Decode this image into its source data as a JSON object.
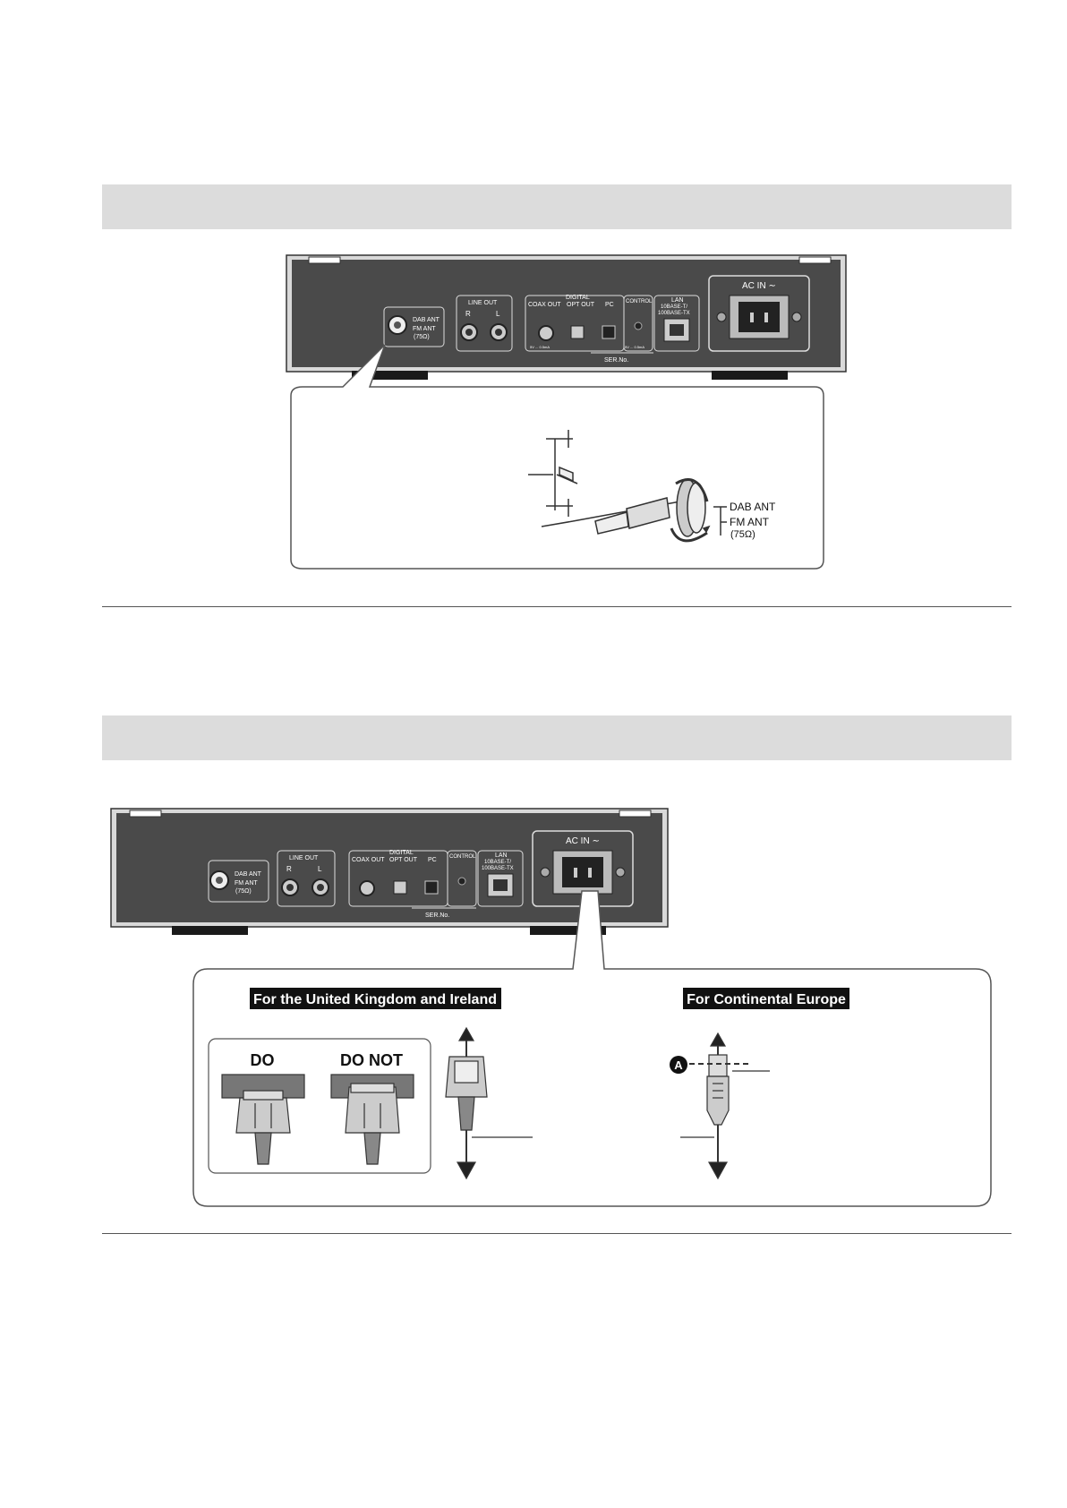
{
  "colors": {
    "band": "#dcdcdc",
    "device_panel": "#4a4a4a",
    "label_bg": "#111111"
  },
  "device": {
    "labels": {
      "dab_ant": "DAB ANT",
      "fm_ant": "FM ANT",
      "ohm": "(75Ω)",
      "line_out": "LINE OUT",
      "r": "R",
      "l": "L",
      "digital": "DIGITAL",
      "coax_out": "COAX OUT",
      "opt_out": "OPT OUT",
      "pc": "PC",
      "control": "CONTROL",
      "lan": "LAN",
      "lan_spec_1": "10BASE-T/",
      "lan_spec_2": "100BASE-TX",
      "ser_no": "SER.No.",
      "ac_in": "AC IN ∼",
      "small_rating_1": "5V  ...  0.5mA",
      "small_rating_2": "5V  ...  0.5mA"
    }
  },
  "antenna_callout": {
    "dab_ant": "DAB ANT",
    "fm_ant": "FM ANT",
    "ohm": "(75Ω)"
  },
  "power_callout": {
    "uk_label": "For the United Kingdom and Ireland",
    "eu_label": "For Continental Europe",
    "do_label": "DO",
    "do_not_label": "DO NOT",
    "marker_a": "A"
  }
}
